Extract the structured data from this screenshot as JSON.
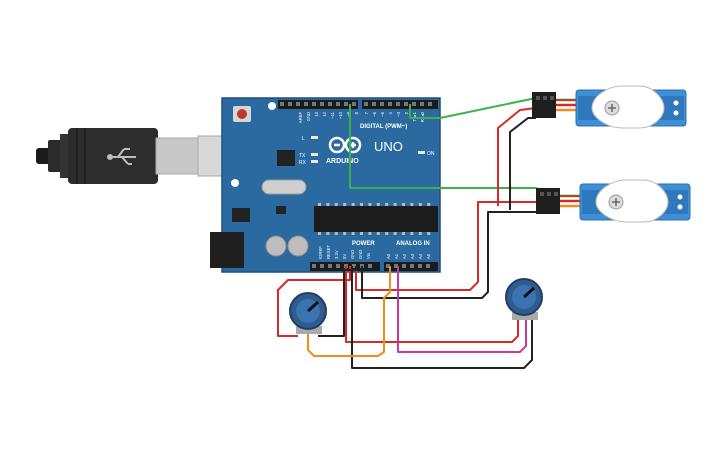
{
  "colors": {
    "background": "#ffffff",
    "board": "#2a6aa0",
    "board_edge": "#1f4f7a",
    "wire_red": "#d62a2a",
    "wire_black": "#222222",
    "wire_green": "#3bb24a",
    "wire_orange": "#f08c1a",
    "wire_magenta": "#c63a9c",
    "servo_body": "#3f8fd6",
    "pot_body": "#2f5c8c"
  },
  "board": {
    "brand_label": "ARDUINO",
    "model_label": "UNO",
    "digital_label": "DIGITAL (PWM~)",
    "power_label": "POWER",
    "analog_label": "ANALOG IN",
    "on_label": "ON",
    "l_label": "L",
    "tx_label": "TX",
    "rx_label": "RX",
    "top_pin_labels": [
      "AREF",
      "GND",
      "13",
      "12",
      "~11",
      "~10",
      "~9",
      "8",
      "7",
      "~6",
      "~5",
      "4",
      "~3",
      "2",
      "TX▸1",
      "RX◂0"
    ],
    "power_pin_labels": [
      "IOREF",
      "RESET",
      "3.3V",
      "5V",
      "GND",
      "GND",
      "Vin"
    ],
    "analog_pin_labels": [
      "A0",
      "A1",
      "A2",
      "A3",
      "A4",
      "A5"
    ]
  },
  "components": {
    "usb_cable": "usb-cable",
    "servo_top": "servo-motor",
    "servo_bottom": "servo-motor",
    "pot_left": "potentiometer",
    "pot_right": "potentiometer"
  }
}
